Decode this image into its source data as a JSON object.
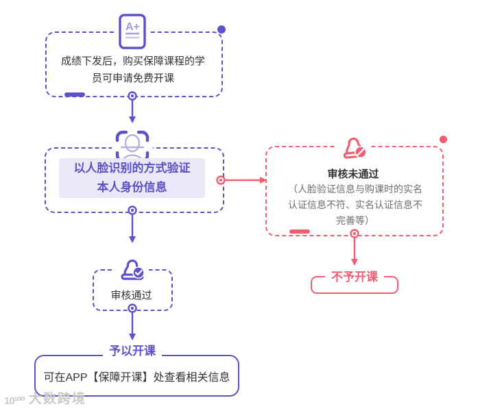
{
  "colors": {
    "purple": "#5B51C8",
    "purple_light": "#B6B0E2",
    "lavender_bg": "#EAE8F6",
    "purple_text": "#5B50C7",
    "red": "#F15C6F",
    "text_dark": "#333333",
    "text_gray": "#6E6E6E",
    "watermark_gray": "#C9C9C9"
  },
  "flow": {
    "step1": {
      "icon": "exam-grade-icon",
      "icon_label": "A+",
      "text": "成绩下发后，购买保障课程的学员可申请免费开课"
    },
    "step2": {
      "icon": "face-scan-icon",
      "text": "以人脸识别的方式验证本人身份信息"
    },
    "reject_branch": {
      "icon": "stamp-reject-icon",
      "title": "审核未通过",
      "detail": "（人脸验证信息与购课时的实名认证信息不符、实名认证信息不完善等）",
      "result": "不予开课"
    },
    "approve_branch": {
      "icon": "stamp-approve-icon",
      "title": "审核通过",
      "result_label": "予以开课",
      "result_text": "可在APP【保障开课】处查看相关信息"
    }
  },
  "watermark": {
    "logo": "10¹⁰⁰",
    "text": "大数跨境"
  }
}
